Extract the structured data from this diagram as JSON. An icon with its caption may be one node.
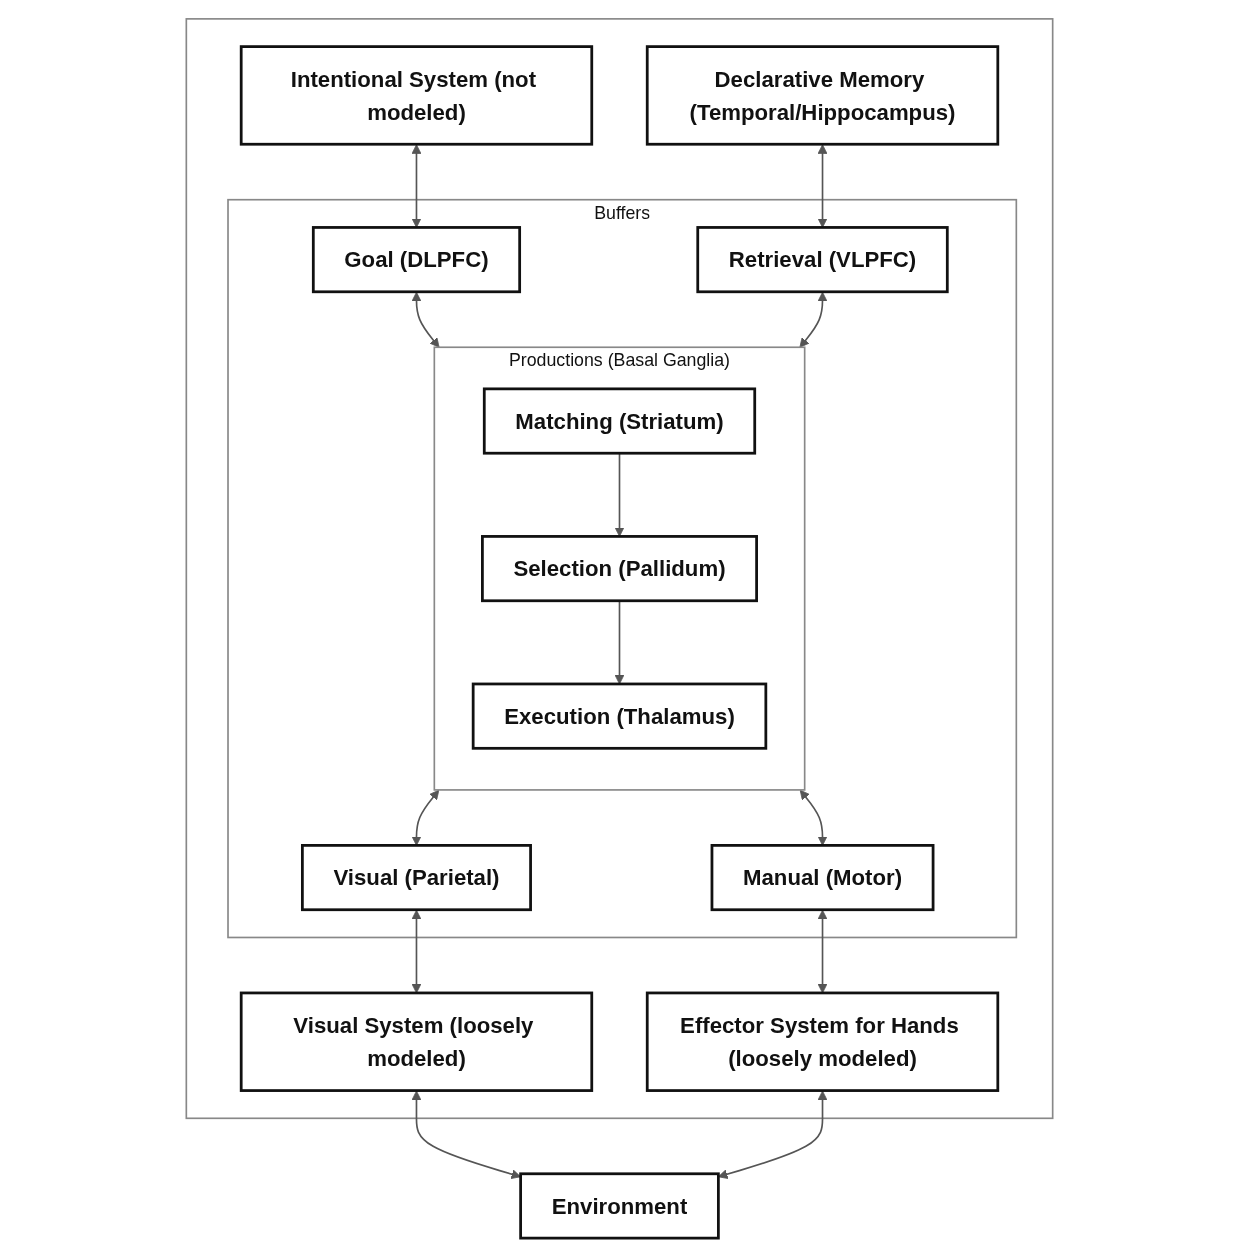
{
  "diagram": {
    "nodes": [
      {
        "text": [],
        "shape": "box"
      },
      {
        "text": [
          "Intentional System (not modeled)"
        ],
        "in": 0
      },
      {
        "text": [
          "Declarative Memory (Temporal/Hippocampus)"
        ],
        "in": 0
      },
      {
        "text": [
          "Buffers"
        ],
        "in": 0
      },
      {
        "text": [
          "Goal (DLPFC)"
        ],
        "in": 3
      },
      {
        "text": [
          "Retrieval (VLPFC)"
        ],
        "in": 3
      },
      {
        "text": [
          "Productions (Basal Ganglia)"
        ],
        "in": 3
      },
      {
        "text": [
          "Matching (Striatum)"
        ],
        "in": 6
      },
      {
        "text": [
          "Selection (Pallidum)"
        ],
        "in": 6
      },
      {
        "text": [
          "Execution (Thalamus)"
        ],
        "in": 6
      },
      {
        "text": [
          "Visual (Parietal)"
        ],
        "in": 3
      },
      {
        "text": [
          "Manual (Motor)"
        ],
        "in": 3
      },
      {
        "text": [
          "Visual System (loosely modeled)"
        ],
        "in": 0
      },
      {
        "text": [
          "Effector System for Hands (loosely modeled)"
        ],
        "in": 0
      },
      {
        "text": [
          "Environment"
        ]
      }
    ],
    "edges": [
      {
        "from": 1,
        "to": 4,
        "arrow": "both"
      },
      {
        "from": 2,
        "to": 5,
        "arrow": "both"
      },
      {
        "from": 4,
        "to": 6,
        "arrow": "both"
      },
      {
        "from": 5,
        "to": 6,
        "arrow": "both"
      },
      {
        "from": 7,
        "to": 8,
        "arrow": "to"
      },
      {
        "from": 8,
        "to": 9,
        "arrow": "to"
      },
      {
        "from": 6,
        "to": 10,
        "arrow": "both"
      },
      {
        "from": 6,
        "to": 11,
        "arrow": "both"
      },
      {
        "from": 10,
        "to": 12,
        "arrow": "both"
      },
      {
        "from": 11,
        "to": 13,
        "arrow": "both"
      },
      {
        "from": 12,
        "to": 14,
        "arrow": "both"
      },
      {
        "from": 13,
        "to": 14,
        "arrow": "both"
      }
    ]
  }
}
